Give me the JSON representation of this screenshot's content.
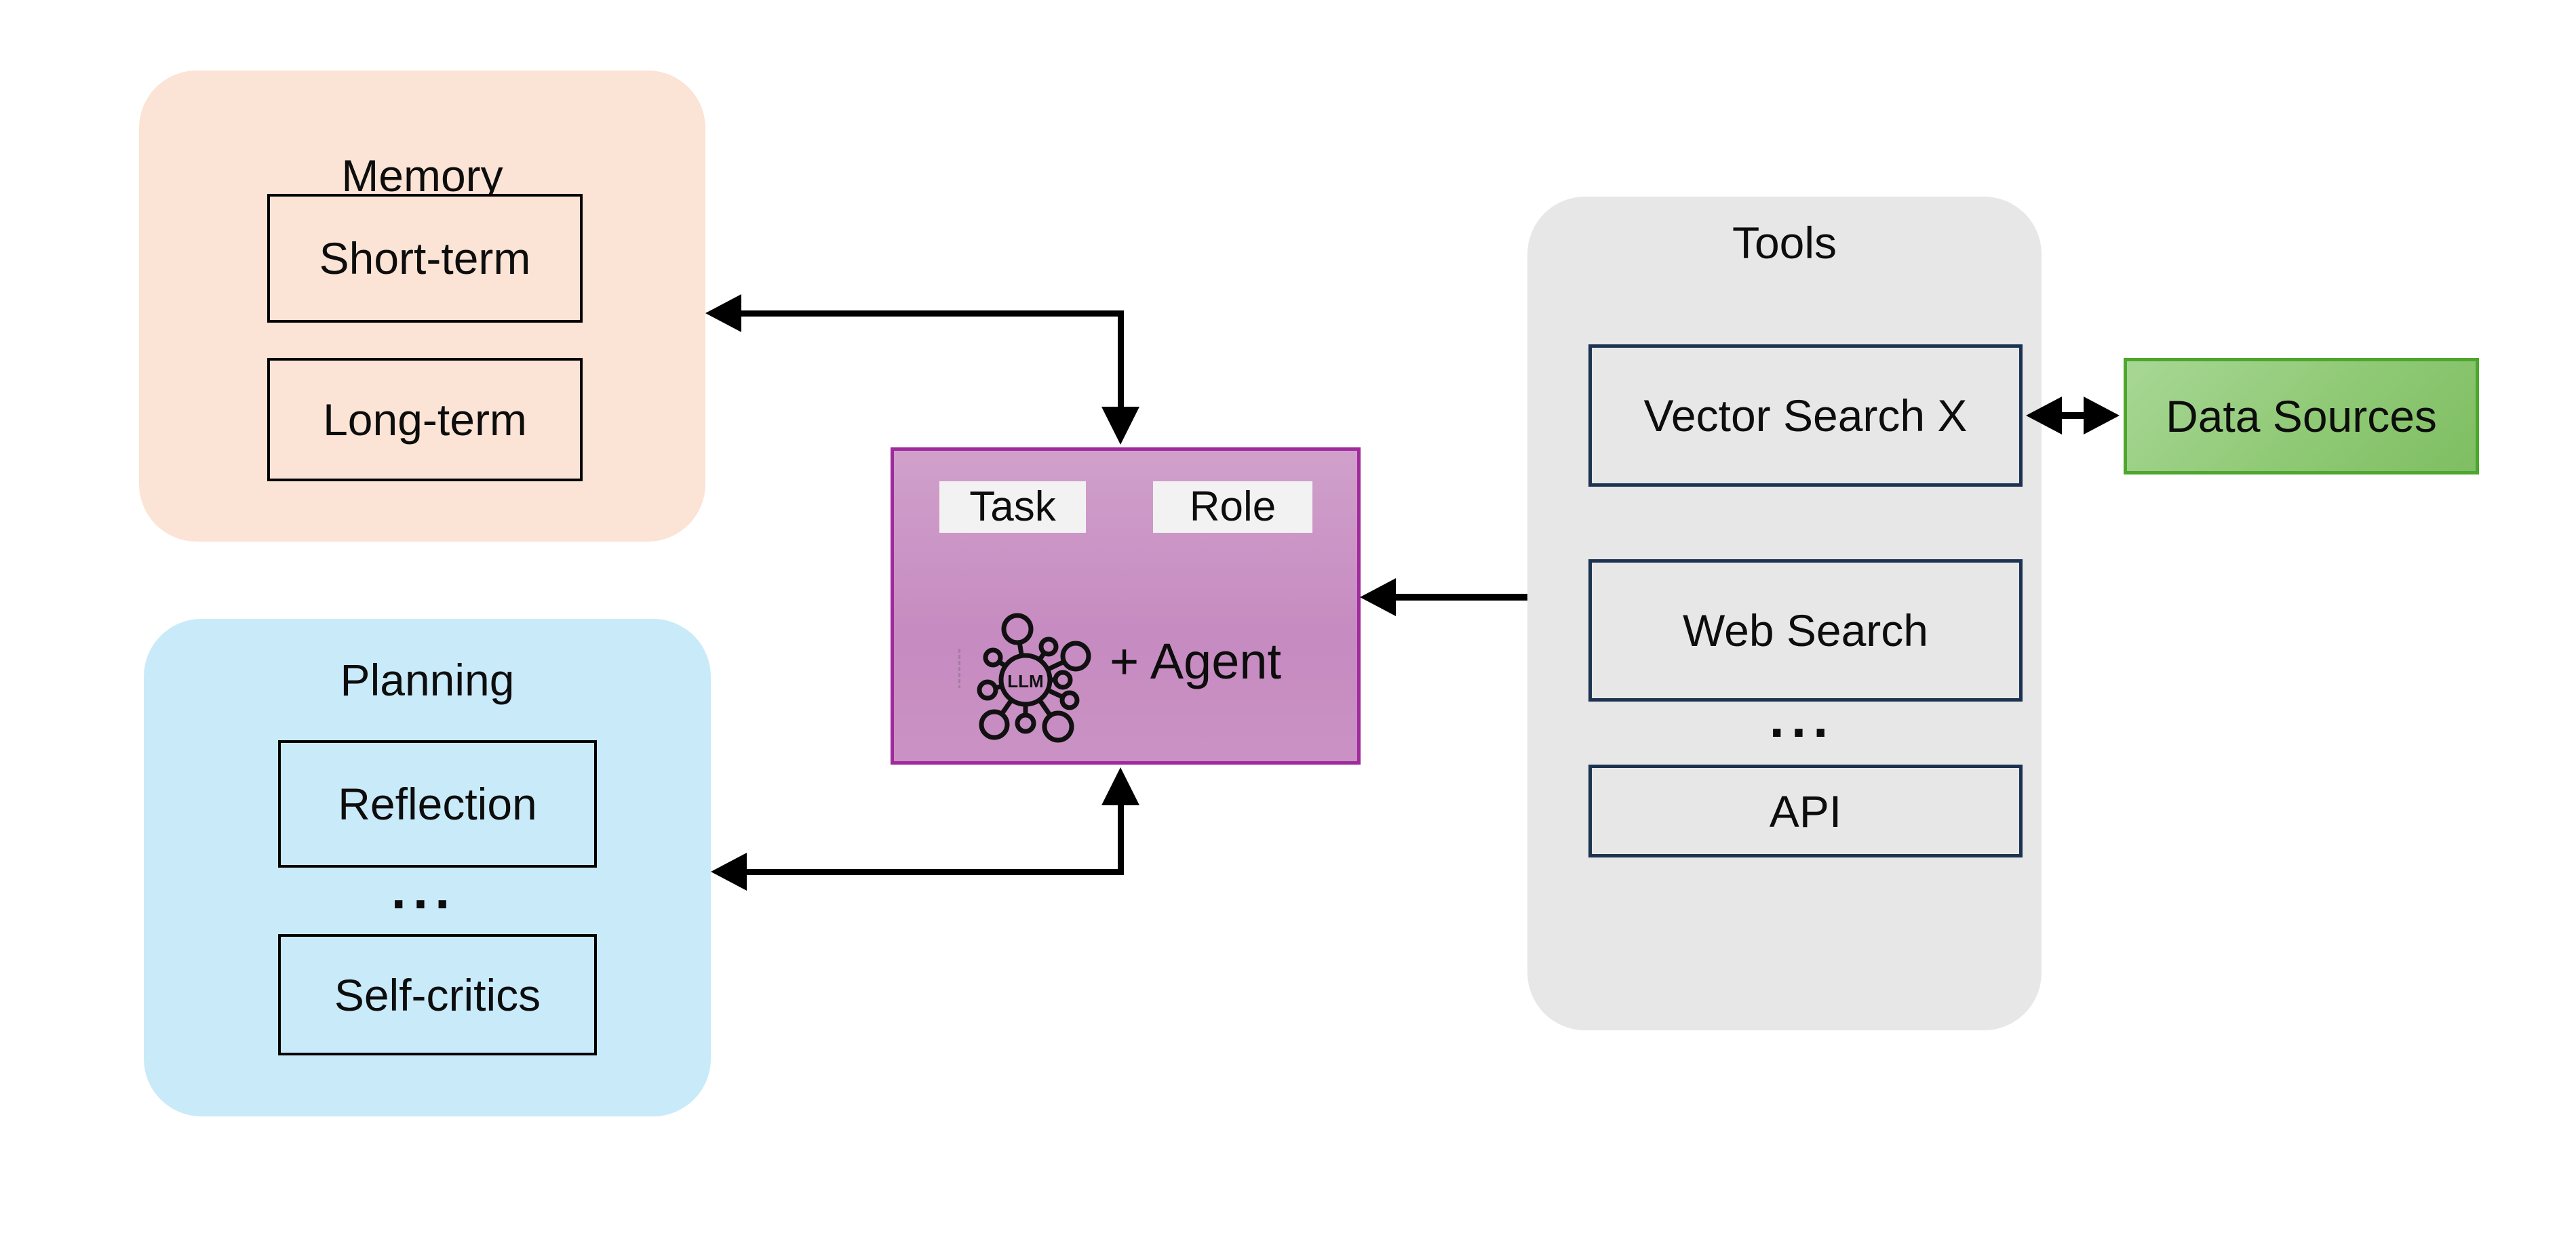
{
  "memory": {
    "title": "Memory",
    "items": [
      {
        "label": "Short-term"
      },
      {
        "label": "Long-term"
      }
    ]
  },
  "planning": {
    "title": "Planning",
    "ellipsis": "...",
    "items": [
      {
        "label": "Reflection"
      },
      {
        "label": "Self-critics"
      }
    ]
  },
  "agent": {
    "task_label": "Task",
    "role_label": "Role",
    "llm_hub_label": "LLM",
    "agent_label": "+ Agent",
    "icon": "llm-network-icon"
  },
  "tools": {
    "title": "Tools",
    "ellipsis": "...",
    "items": [
      {
        "label": "Vector Search X"
      },
      {
        "label": "Web Search"
      },
      {
        "label": "API"
      }
    ]
  },
  "data_sources": {
    "label": "Data Sources"
  },
  "connections": [
    {
      "from": "Agent",
      "to": "Memory",
      "style": "elbow",
      "arrowheads": "both-ends"
    },
    {
      "from": "Agent",
      "to": "Planning",
      "style": "elbow",
      "arrowheads": "both-ends"
    },
    {
      "from": "Tools",
      "to": "Agent",
      "style": "straight",
      "arrowheads": "agent-end"
    },
    {
      "from": "Vector Search X",
      "to": "Data Sources",
      "style": "straight",
      "arrowheads": "both-ends"
    }
  ],
  "colors": {
    "memory_fill": "#FBE3D5",
    "planning_fill": "#C9EAF9",
    "tools_fill": "#E8E7E7",
    "tools_item_border": "#1B3350",
    "inner_box_border": "#000000",
    "agent_border": "#A0299C",
    "agent_fill": "#C68BC1",
    "chip_fill": "#F2F2F2",
    "datasources_border": "#4DA62D",
    "datasources_fill": "#8FC975",
    "arrow": "#000000",
    "background": "#FFFFFF"
  }
}
